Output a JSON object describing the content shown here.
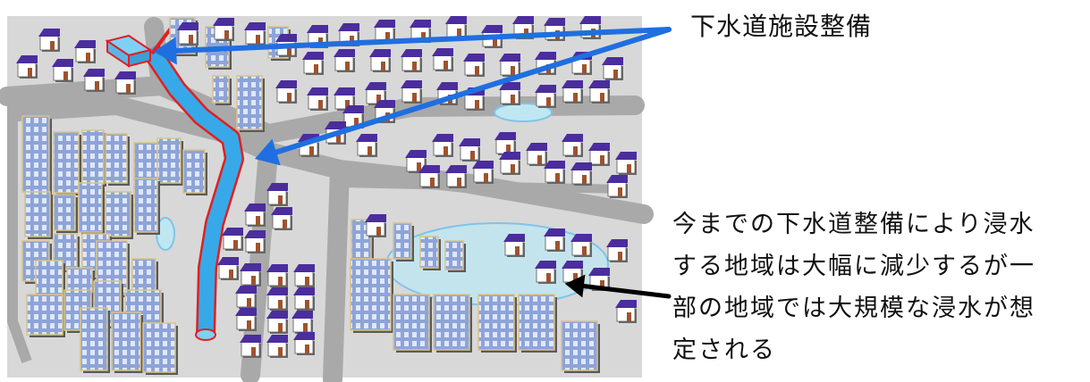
{
  "labels": {
    "sewer_facility": "下水道施設整備",
    "flood_note_lines": [
      "今までの下水道整備により浸水",
      "する地域は大幅に減少するが一",
      "部の地域では大規模な浸水が想",
      "定される"
    ]
  },
  "colors": {
    "ground": "#d8d8d8",
    "road": "#a9a9a9",
    "roof": "#4b2d9e",
    "house_wall": "#ffffff",
    "building": "#9fb2df",
    "water": "#bfe7f2",
    "pipe": "#37a9e8",
    "pipe_outline": "#e02020",
    "arrow_blue": "#1f6fe0",
    "arrow_black": "#000000"
  }
}
